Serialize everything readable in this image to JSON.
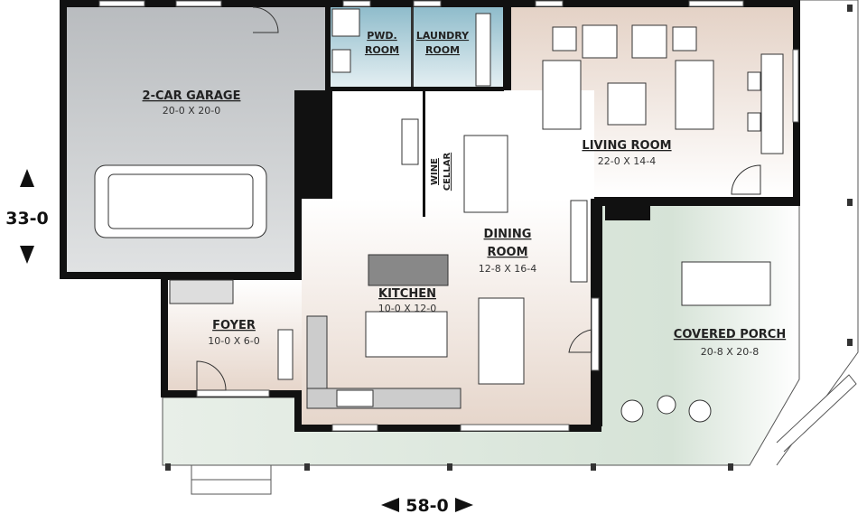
{
  "plan": {
    "rooms": {
      "garage": {
        "name": "2-CAR GARAGE",
        "size": "20-0 X 20-0"
      },
      "powder": {
        "name_line1": "PWD.",
        "name_line2": "ROOM"
      },
      "laundry": {
        "name_line1": "LAUNDRY",
        "name_line2": "ROOM"
      },
      "living": {
        "name": "LIVING ROOM",
        "size": "22-0 X 14-4"
      },
      "wine": {
        "name_line1": "WINE",
        "name_line2": "CELLAR"
      },
      "dining": {
        "name_line1": "DINING",
        "name_line2": "ROOM",
        "size": "12-8 X 16-4"
      },
      "kitchen": {
        "name": "KITCHEN",
        "size": "10-0 X 12-0"
      },
      "foyer": {
        "name": "FOYER",
        "size": "10-0 X 6-0"
      },
      "porch": {
        "name": "COVERED PORCH",
        "size": "20-8 X 20-8"
      }
    },
    "dimensions": {
      "depth": "33-0",
      "width": "58-0"
    },
    "colors": {
      "garage": "#c8cbce",
      "wet_rooms": "#9fc6d3",
      "interior": "#eadbd0",
      "porch": "#dbe6dc",
      "walls": "#111111"
    }
  }
}
